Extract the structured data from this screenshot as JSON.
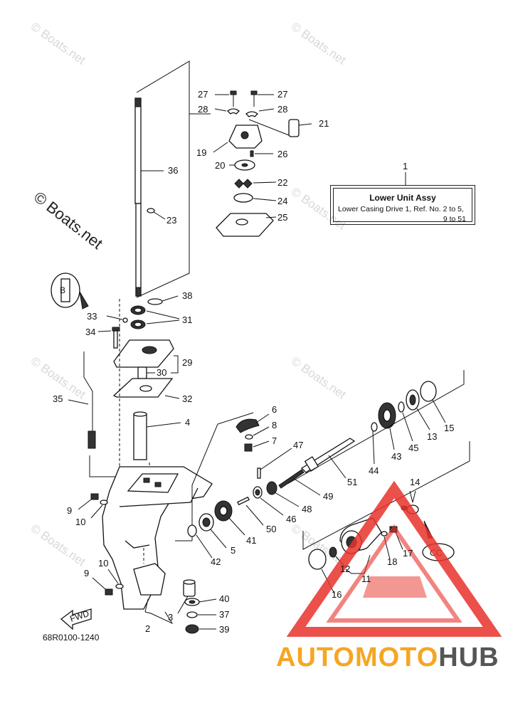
{
  "watermark": {
    "small": "© Boats.net",
    "large": "© Boats.net"
  },
  "info_box": {
    "ref_number": "1",
    "title": "Lower Unit Assy",
    "line1": "Lower Casing Drive 1,   Ref. No.  2  to  5,",
    "line2": "9  to  51"
  },
  "drawing_code": "68R0100-1240",
  "fwd_label": "FWD",
  "logo": {
    "part_a": "AUTOMOTO",
    "part_b": "HUB",
    "colors": {
      "accent": "#f5a623",
      "dark": "#555555",
      "triangle": "#e8322b"
    }
  },
  "callouts": [
    {
      "id": "c27a",
      "text": "27"
    },
    {
      "id": "c27b",
      "text": "27"
    },
    {
      "id": "c28a",
      "text": "28"
    },
    {
      "id": "c28b",
      "text": "28"
    },
    {
      "id": "c21",
      "text": "21"
    },
    {
      "id": "c19",
      "text": "19"
    },
    {
      "id": "c26",
      "text": "26"
    },
    {
      "id": "c20",
      "text": "20"
    },
    {
      "id": "c36",
      "text": "36"
    },
    {
      "id": "c22",
      "text": "22"
    },
    {
      "id": "c24",
      "text": "24"
    },
    {
      "id": "c25",
      "text": "25"
    },
    {
      "id": "c23",
      "text": "23"
    },
    {
      "id": "c38",
      "text": "38"
    },
    {
      "id": "c33",
      "text": "33"
    },
    {
      "id": "c31",
      "text": "31"
    },
    {
      "id": "c34",
      "text": "34"
    },
    {
      "id": "c29",
      "text": "29"
    },
    {
      "id": "c30",
      "text": "30"
    },
    {
      "id": "c35",
      "text": "35"
    },
    {
      "id": "c32",
      "text": "32"
    },
    {
      "id": "c4",
      "text": "4"
    },
    {
      "id": "c6",
      "text": "6"
    },
    {
      "id": "c8",
      "text": "8"
    },
    {
      "id": "c7",
      "text": "7"
    },
    {
      "id": "c47",
      "text": "47"
    },
    {
      "id": "c15",
      "text": "15"
    },
    {
      "id": "c13",
      "text": "13"
    },
    {
      "id": "c45",
      "text": "45"
    },
    {
      "id": "c43",
      "text": "43"
    },
    {
      "id": "c44",
      "text": "44"
    },
    {
      "id": "c51",
      "text": "51"
    },
    {
      "id": "c49",
      "text": "49"
    },
    {
      "id": "c48",
      "text": "48"
    },
    {
      "id": "c46",
      "text": "46"
    },
    {
      "id": "c50",
      "text": "50"
    },
    {
      "id": "c41",
      "text": "41"
    },
    {
      "id": "c5",
      "text": "5"
    },
    {
      "id": "c42",
      "text": "42"
    },
    {
      "id": "c9a",
      "text": "9"
    },
    {
      "id": "c10a",
      "text": "10"
    },
    {
      "id": "c14",
      "text": "14"
    },
    {
      "id": "c17",
      "text": "17"
    },
    {
      "id": "c18",
      "text": "18"
    },
    {
      "id": "c12",
      "text": "12"
    },
    {
      "id": "c11",
      "text": "11"
    },
    {
      "id": "c16",
      "text": "16"
    },
    {
      "id": "c10b",
      "text": "10"
    },
    {
      "id": "c9b",
      "text": "9"
    },
    {
      "id": "c40",
      "text": "40"
    },
    {
      "id": "c37",
      "text": "37"
    },
    {
      "id": "c39",
      "text": "39"
    },
    {
      "id": "c3",
      "text": "3"
    },
    {
      "id": "c2",
      "text": "2"
    }
  ]
}
